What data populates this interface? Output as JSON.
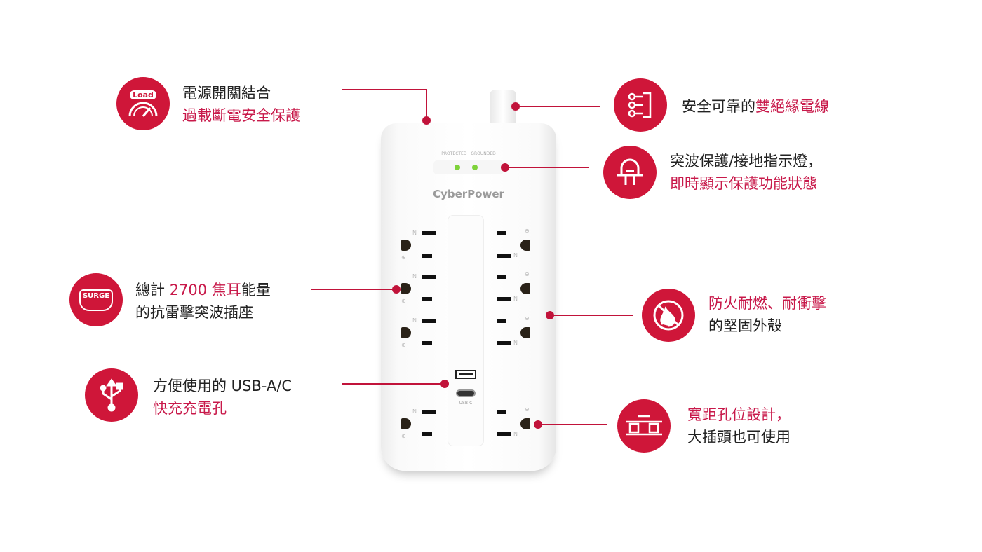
{
  "product": {
    "brand": "CyberPower",
    "led_labels": "PROTECTED | GROUNDED",
    "usb_c_label": "USB-C"
  },
  "features": [
    {
      "icon": "load-gauge-icon",
      "icon_text": "Load",
      "line1": [
        {
          "t": "電源開關結合",
          "red": false
        }
      ],
      "line2": [
        {
          "t": "過載斷電安全保護",
          "red": true
        }
      ]
    },
    {
      "icon": "double-insulated-cord-icon",
      "line1": [
        {
          "t": "安全可靠的",
          "red": false
        },
        {
          "t": "雙絕緣電線",
          "red": true
        }
      ]
    },
    {
      "icon": "indicator-light-icon",
      "line1": [
        {
          "t": "突波保護/接地指示燈，",
          "red": false
        }
      ],
      "line2": [
        {
          "t": "即時顯示保護功能狀態",
          "red": true
        }
      ]
    },
    {
      "icon": "surge-shield-icon",
      "icon_text": "SURGE",
      "line1": [
        {
          "t": "總計 ",
          "red": false
        },
        {
          "t": "2700 焦耳",
          "red": true
        },
        {
          "t": "能量",
          "red": false
        }
      ],
      "line2": [
        {
          "t": "的抗雷擊突波插座",
          "red": false
        }
      ]
    },
    {
      "icon": "usb-icon",
      "line1": [
        {
          "t": "方便使用的 USB-A/C",
          "red": false
        }
      ],
      "line2": [
        {
          "t": "快充充電孔",
          "red": true
        }
      ]
    },
    {
      "icon": "fire-resistant-icon",
      "line1": [
        {
          "t": "防火耐燃、耐衝擊",
          "red": true
        }
      ],
      "line2": [
        {
          "t": "的堅固外殼",
          "red": false
        }
      ]
    },
    {
      "icon": "wide-spaced-outlet-icon",
      "line1": [
        {
          "t": "寬距孔位設計，",
          "red": true
        }
      ],
      "line2": [
        {
          "t": "大插頭也可使用",
          "red": false
        }
      ]
    }
  ],
  "colors": {
    "accent": "#cf1639",
    "text_red": "#c8194a",
    "led": "#7ed23a"
  }
}
